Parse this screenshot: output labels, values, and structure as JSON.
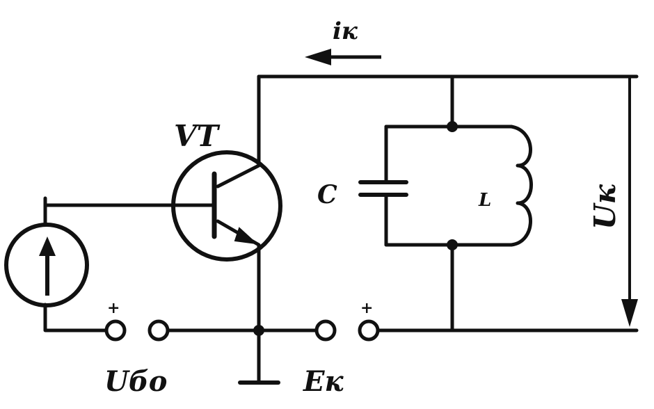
{
  "diagram": {
    "title": "",
    "labels": {
      "collector_current": "iк",
      "transistor": "VT",
      "capacitor": "C",
      "inductor": "L",
      "collector_voltage": "Uк",
      "base_bias_source": "Uбо",
      "supply_source": "Eк",
      "plus_sign": "+"
    },
    "colors": {
      "ink": "#111111",
      "paper": "#ffffff"
    }
  }
}
